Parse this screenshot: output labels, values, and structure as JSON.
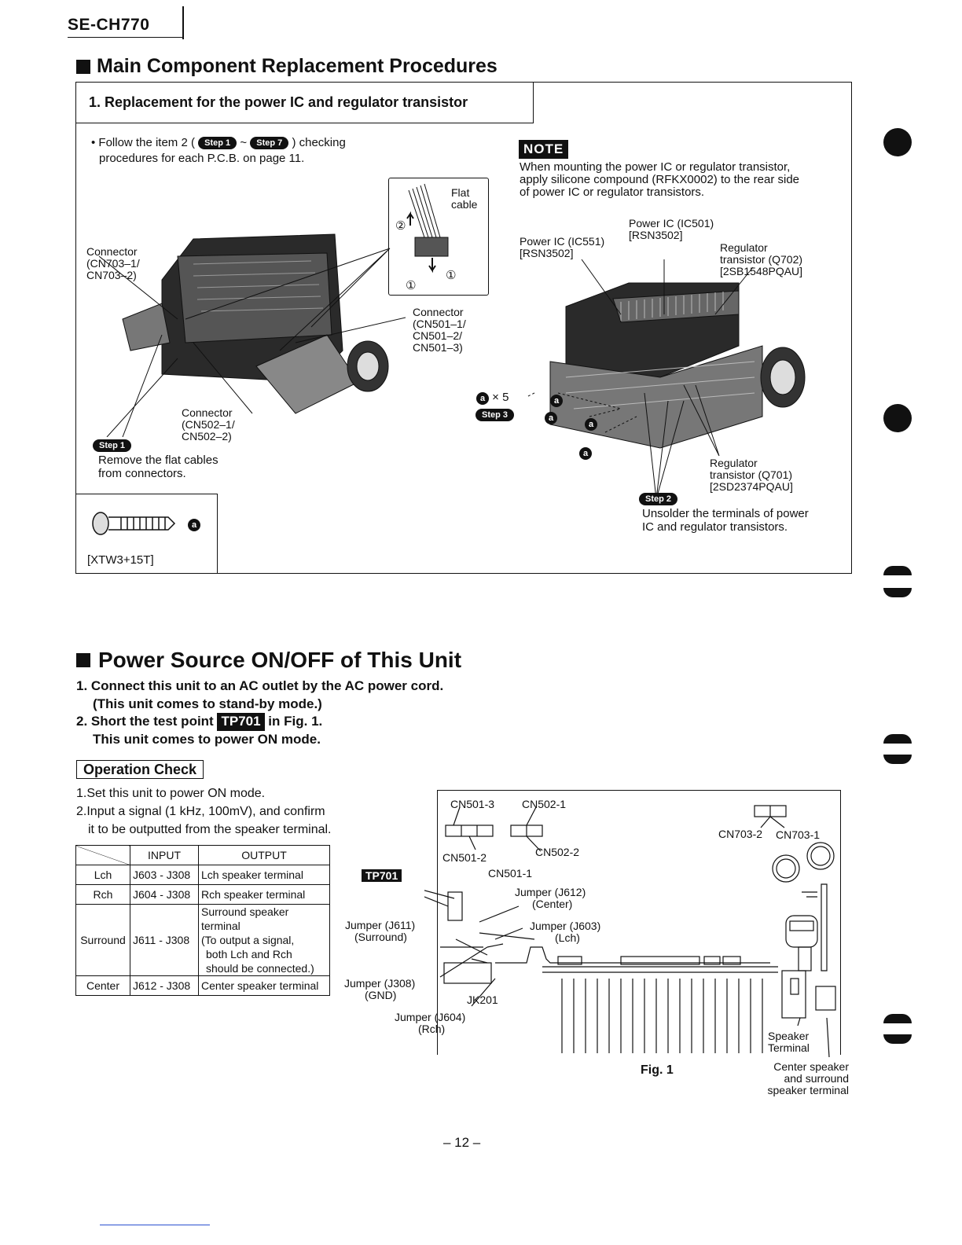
{
  "header": {
    "model": "SE-CH770"
  },
  "section1": {
    "title": "Main Component Replacement Procedures",
    "subtitle": "1. Replacement for the power IC and regulator transistor",
    "follow_pre": "• Follow the item 2 (",
    "follow_step_a": "Step 1",
    "follow_tilde": "~",
    "follow_step_b": "Step 7",
    "follow_post": ") checking",
    "follow_line2": "procedures for each P.C.B. on page 11.",
    "note_badge": "NOTE",
    "note_lines": [
      "When mounting the power IC or regulator transistor,",
      "apply silicone compound (RFKX0002) to the rear side",
      "of power IC or regulator transistors."
    ],
    "flat_cable_label": [
      "Flat",
      "cable"
    ],
    "circle_2": "②",
    "circle_1": "①",
    "connector_cn703": [
      "Connector",
      "(CN703–1/",
      " CN703–2)"
    ],
    "connector_cn501": [
      "Connector",
      "(CN501–1/",
      " CN501–2/",
      " CN501–3)"
    ],
    "connector_cn502": [
      "Connector",
      "(CN502–1/",
      " CN502–2)"
    ],
    "step1_badge": "Step 1",
    "step1_text": [
      "Remove the flat cables",
      "from connectors."
    ],
    "screw_label": "a",
    "screw_part": "[XTW3+15T]",
    "power_ic_551": [
      "Power IC (IC551)",
      "[RSN3502]"
    ],
    "power_ic_501": [
      "Power IC (IC501)",
      "[RSN3502]"
    ],
    "reg_q702": [
      "Regulator",
      "transistor (Q702)",
      "[2SB1548PQAU]"
    ],
    "reg_q701": [
      "Regulator",
      "transistor (Q701)",
      "[2SD2374PQAU]"
    ],
    "screw_count": "× 5",
    "step3_badge": "Step 3",
    "step2_badge": "Step 2",
    "step2_text": [
      "Unsolder the terminals of power",
      "IC and regulator transistors."
    ]
  },
  "section2": {
    "title": "Power Source ON/OFF of This Unit",
    "step1_line1": "1. Connect this unit to an AC outlet by the AC power cord.",
    "step1_line2": "(This unit comes to stand-by mode.)",
    "step2_pre": "2. Short the test point",
    "step2_tp": "TP701",
    "step2_post": "in Fig. 1.",
    "step2_line2": "This unit comes to power ON mode."
  },
  "operation_check": {
    "title": "Operation Check",
    "line1": "1.Set this unit to power ON mode.",
    "line2": "2.Input a signal (1 kHz, 100mV), and confirm",
    "line3": "it to be outputted from the speaker terminal.",
    "table": {
      "headers": [
        "",
        "INPUT",
        "OUTPUT"
      ],
      "rows": [
        {
          "ch": "Lch",
          "input": "J603 - J308",
          "output": [
            "Lch speaker terminal"
          ]
        },
        {
          "ch": "Rch",
          "input": "J604 - J308",
          "output": [
            "Rch speaker terminal"
          ]
        },
        {
          "ch": "Surround",
          "input": "J611 - J308",
          "output": [
            "Surround speaker",
            "terminal",
            "(To output a signal,",
            "both Lch and Rch",
            "should be connected.)"
          ]
        },
        {
          "ch": "Center",
          "input": "J612 - J308",
          "output": [
            "Center speaker terminal"
          ]
        }
      ]
    }
  },
  "figure1": {
    "caption": "Fig. 1",
    "tp701": "TP701",
    "cn501_3": "CN501-3",
    "cn502_1": "CN502-1",
    "cn501_2": "CN501-2",
    "cn502_2": "CN502-2",
    "cn501_1": "CN501-1",
    "cn703_2": "CN703-2",
    "cn703_1": "CN703-1",
    "j612": [
      "Jumper (J612)",
      "(Center)"
    ],
    "j611": [
      "Jumper (J611)",
      "(Surround)"
    ],
    "j603": [
      "Jumper (J603)",
      "(Lch)"
    ],
    "j308": [
      "Jumper (J308)",
      "(GND)"
    ],
    "jk201": "JK201",
    "j604": [
      "Jumper (J604)",
      "(Rch)"
    ],
    "speaker_terminal": [
      "Speaker",
      "Terminal"
    ],
    "center_terminal": [
      "Center speaker",
      "and surround",
      "speaker terminal"
    ]
  },
  "footer": {
    "page": "– 12 –"
  }
}
